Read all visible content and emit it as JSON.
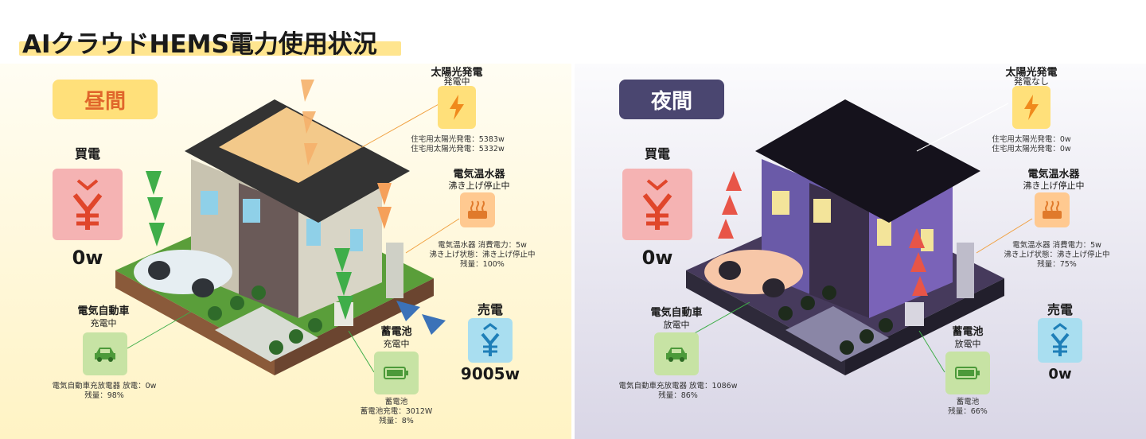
{
  "title": "AIクラウドHEMS電力使用状況",
  "day": {
    "badge": "昼間",
    "buy": {
      "label": "買電",
      "value": "0w"
    },
    "sell": {
      "label": "売電",
      "value": "9005w"
    },
    "solar": {
      "label": "太陽光発電",
      "status": "発電中",
      "line1": "住宅用太陽光発電：5383w",
      "line2": "住宅用太陽光発電：5332w"
    },
    "heater": {
      "label": "電気温水器",
      "status": "沸き上げ停止中",
      "line1": "電気温水器 消費電力：5w",
      "line2": "沸き上げ状態：沸き上げ停止中",
      "line3": "残量：100%"
    },
    "ev": {
      "label": "電気自動車",
      "status": "充電中",
      "line1": "電気自動車充放電器 放電：0w",
      "line2": "残量：98%"
    },
    "battery": {
      "label": "蓄電池",
      "status": "充電中",
      "line1": "蓄電池",
      "line2": "蓄電池充電：3012W",
      "line3": "残量：8%"
    }
  },
  "night": {
    "badge": "夜間",
    "buy": {
      "label": "買電",
      "value": "0w"
    },
    "sell": {
      "label": "売電",
      "value": "0w"
    },
    "solar": {
      "label": "太陽光発電",
      "status": "発電なし",
      "line1": "住宅用太陽光発電：0w",
      "line2": "住宅用太陽光発電：0w"
    },
    "heater": {
      "label": "電気温水器",
      "status": "沸き上げ停止中",
      "line1": "電気温水器 消費電力：5w",
      "line2": "沸き上げ状態：沸き上げ停止中",
      "line3": "残量：75%"
    },
    "ev": {
      "label": "電気自動車",
      "status": "放電中",
      "line1": "電気自動車充放電器 放電：1086w",
      "line2": "残量：86%"
    },
    "battery": {
      "label": "蓄電池",
      "status": "放電中",
      "line1": "蓄電池",
      "line2": "残量：66%"
    }
  },
  "colors": {
    "day_bg": "#fff3c4",
    "night_bg": "#d9d6e6",
    "buy": "#f5b3b3",
    "sell": "#a9def0",
    "solar": "#ffe07a",
    "heater": "#ffc990",
    "battery": "#c7e3a4",
    "yen_red": "#e0462b",
    "yen_blue": "#1e7fb8"
  },
  "icons": {
    "buy": "yen-down-icon",
    "sell": "yen-up-icon",
    "solar": "lightning-icon",
    "heater": "water-heater-icon",
    "ev": "car-icon",
    "battery": "battery-icon"
  }
}
